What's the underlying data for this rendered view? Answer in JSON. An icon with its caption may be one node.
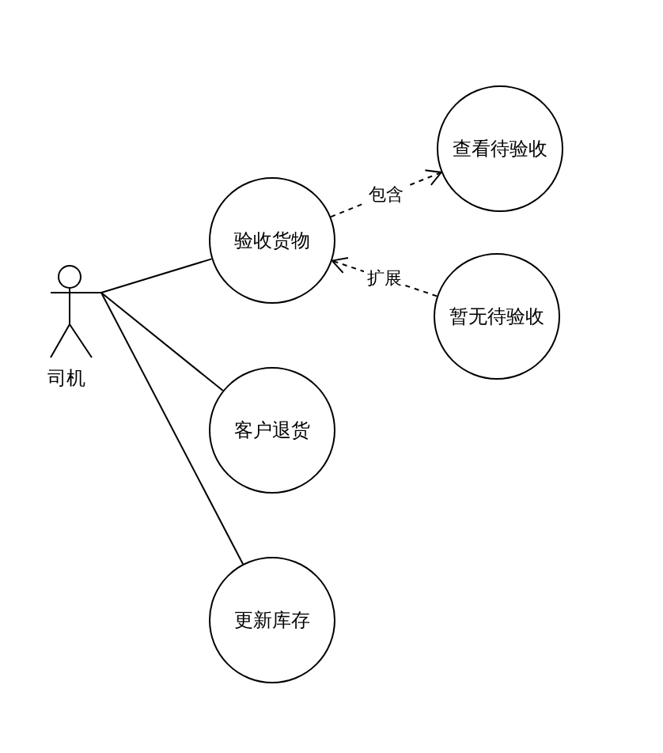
{
  "diagram": {
    "nodes": [
      {
        "text": [
          "司机"
        ]
      },
      {
        "text": [
          "验收货物"
        ]
      },
      {
        "text": [
          "查看待验收"
        ]
      },
      {
        "text": [
          "暂无待验收"
        ]
      },
      {
        "text": [
          "客户退货"
        ]
      },
      {
        "text": [
          "更新库存"
        ]
      }
    ],
    "edges": [
      {
        "from": 0,
        "to": 1,
        "arrow": "none"
      },
      {
        "from": 0,
        "to": 4,
        "arrow": "none"
      },
      {
        "from": 0,
        "to": 5,
        "arrow": "none"
      },
      {
        "from": 1,
        "to": 2,
        "arrow": "to",
        "style": "dashed",
        "label": "包含"
      },
      {
        "from": 3,
        "to": 1,
        "arrow": "to",
        "style": "dashed",
        "label": "扩展"
      }
    ]
  }
}
